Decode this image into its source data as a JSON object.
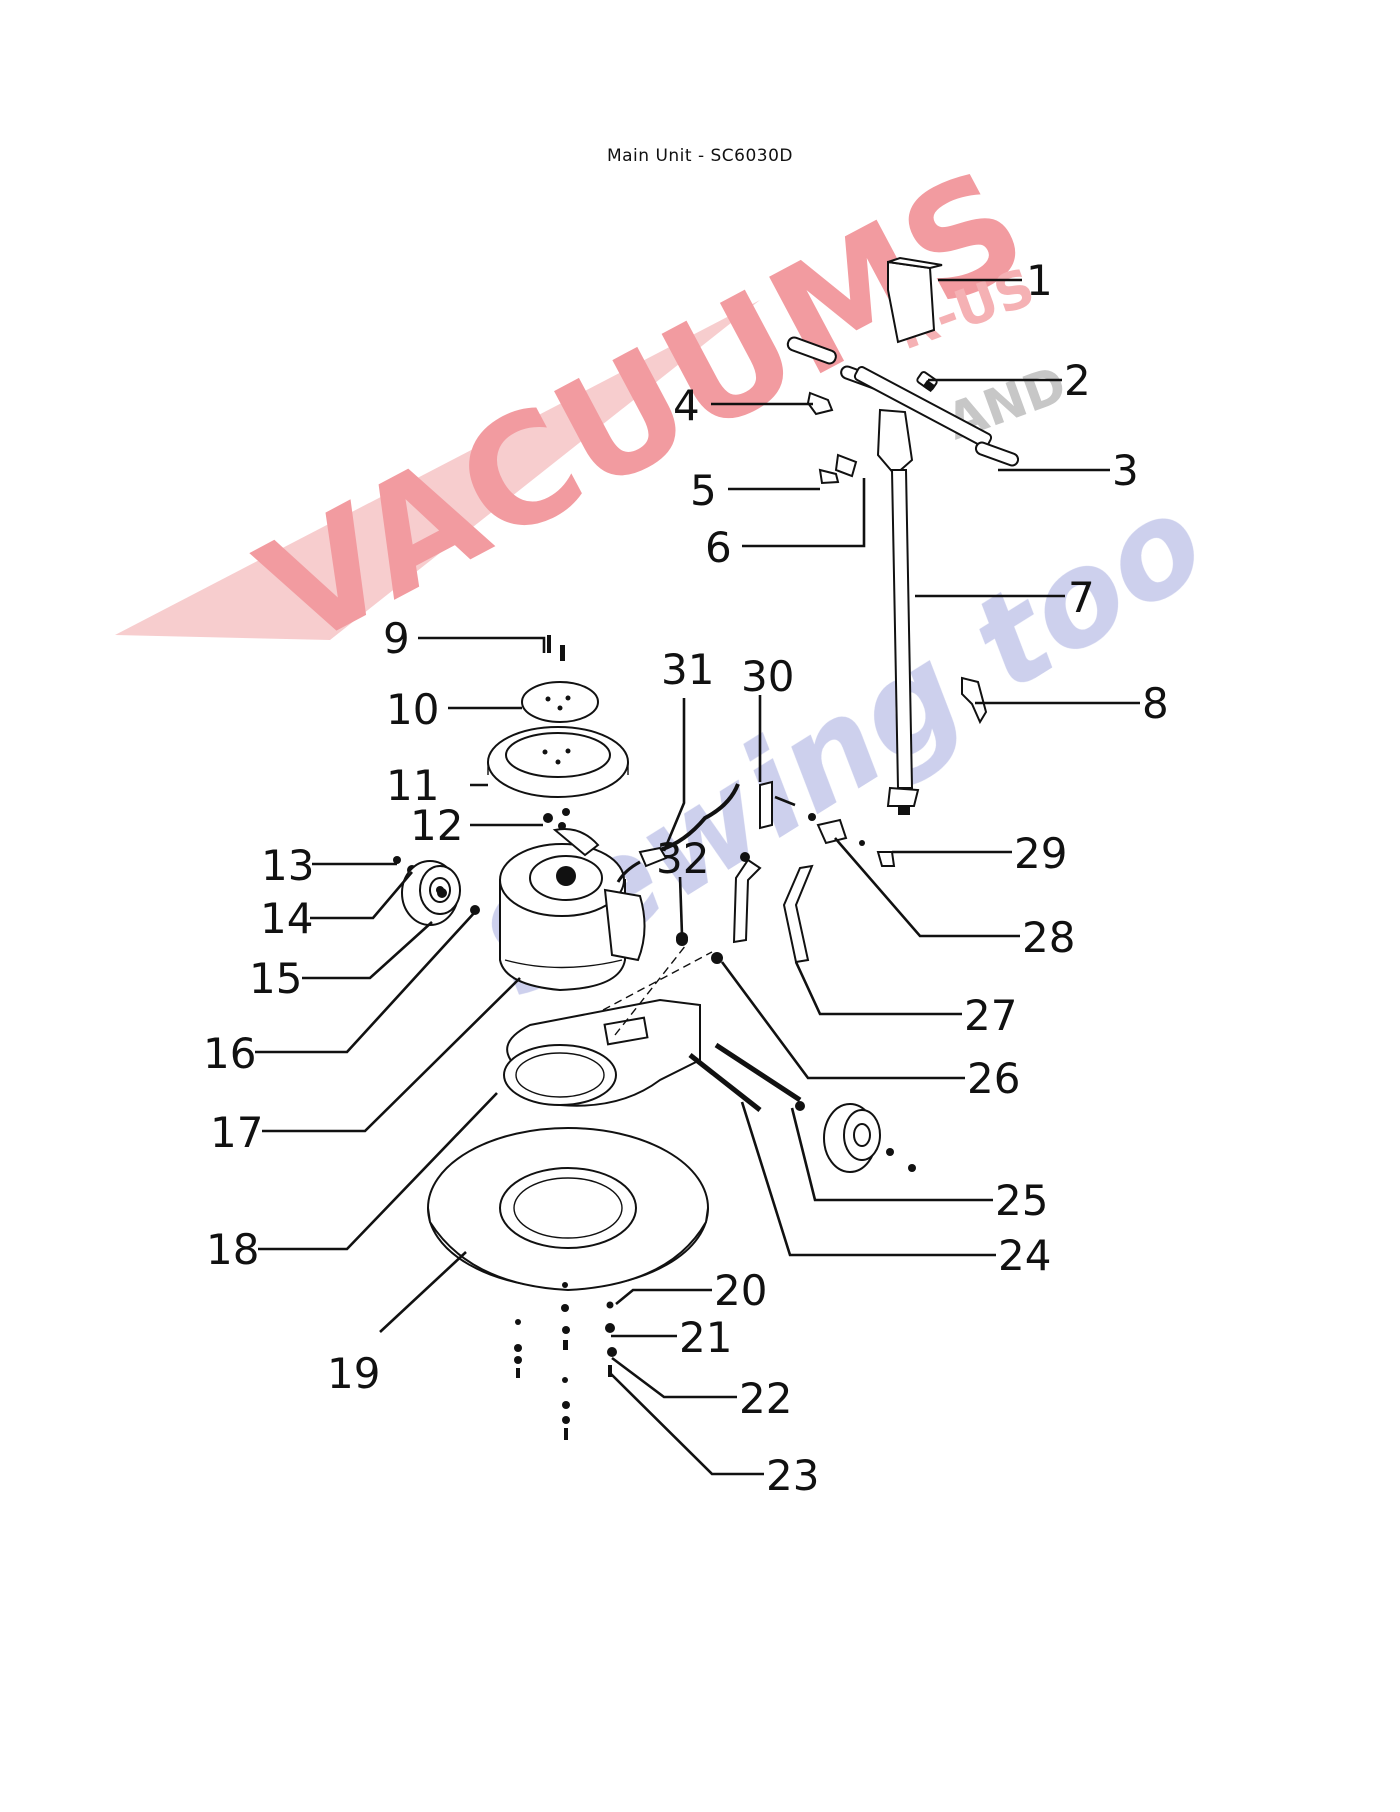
{
  "title": "Main Unit - SC6030D",
  "watermark": {
    "line1": "VACUUMS",
    "line2": "Sewing too",
    "tag_top": "R-US",
    "tag_bottom": "AND",
    "red_color": "#e8333a",
    "blue_color": "#9aa0d4",
    "gray_color": "#7a7a7a"
  },
  "parts": [
    {
      "id": "1",
      "label": "1"
    },
    {
      "id": "2",
      "label": "2"
    },
    {
      "id": "3",
      "label": "3"
    },
    {
      "id": "4",
      "label": "4"
    },
    {
      "id": "5",
      "label": "5"
    },
    {
      "id": "6",
      "label": "6"
    },
    {
      "id": "7",
      "label": "7"
    },
    {
      "id": "8",
      "label": "8"
    },
    {
      "id": "9",
      "label": "9"
    },
    {
      "id": "10",
      "label": "10"
    },
    {
      "id": "11",
      "label": "11"
    },
    {
      "id": "12",
      "label": "12"
    },
    {
      "id": "13",
      "label": "13"
    },
    {
      "id": "14",
      "label": "14"
    },
    {
      "id": "15",
      "label": "15"
    },
    {
      "id": "16",
      "label": "16"
    },
    {
      "id": "17",
      "label": "17"
    },
    {
      "id": "18",
      "label": "18"
    },
    {
      "id": "19",
      "label": "19"
    },
    {
      "id": "20",
      "label": "20"
    },
    {
      "id": "21",
      "label": "21"
    },
    {
      "id": "22",
      "label": "22"
    },
    {
      "id": "23",
      "label": "23"
    },
    {
      "id": "24",
      "label": "24"
    },
    {
      "id": "25",
      "label": "25"
    },
    {
      "id": "26",
      "label": "26"
    },
    {
      "id": "27",
      "label": "27"
    },
    {
      "id": "28",
      "label": "28"
    },
    {
      "id": "29",
      "label": "29"
    },
    {
      "id": "30",
      "label": "30"
    },
    {
      "id": "31",
      "label": "31"
    },
    {
      "id": "32",
      "label": "32"
    }
  ]
}
